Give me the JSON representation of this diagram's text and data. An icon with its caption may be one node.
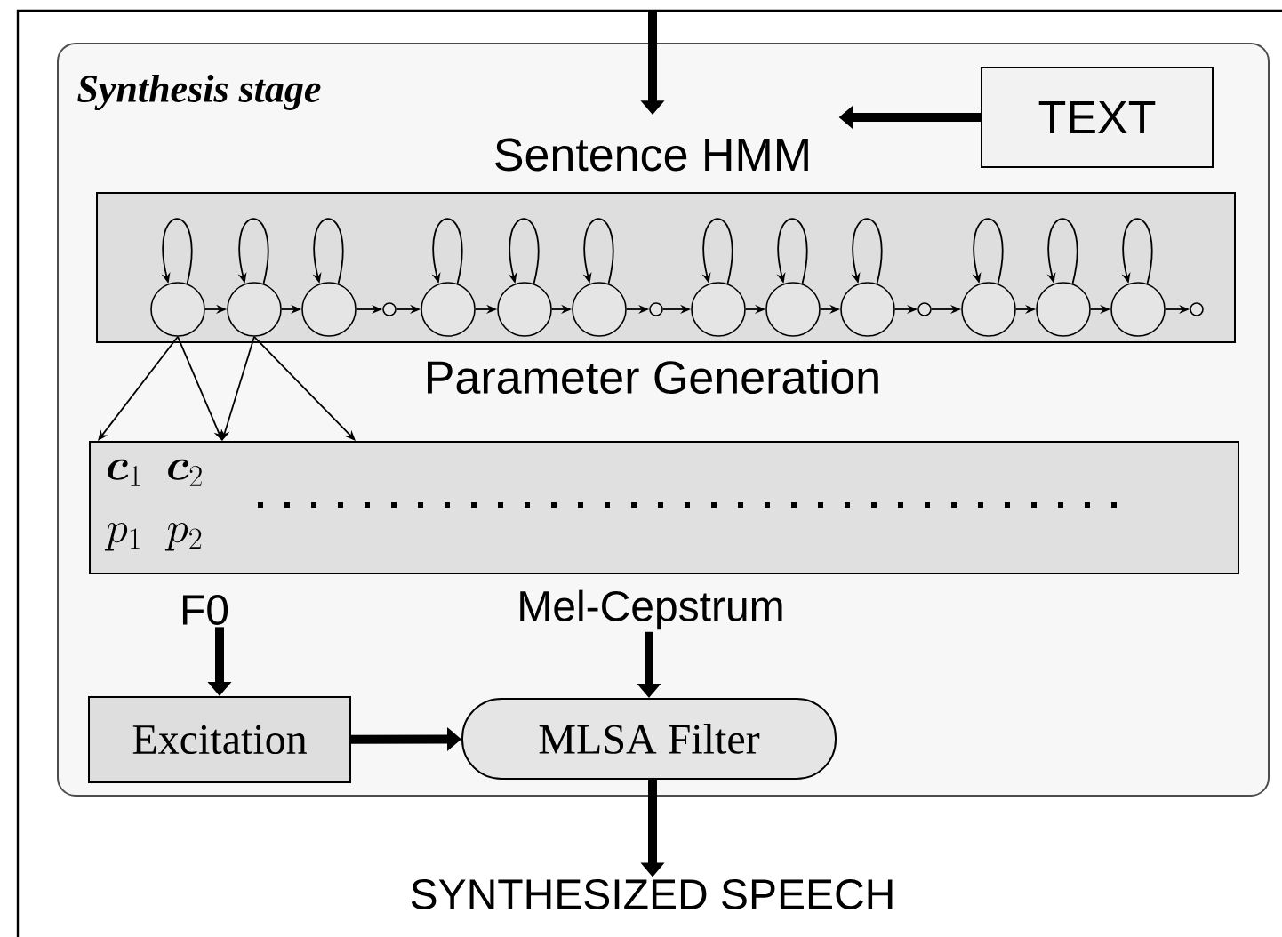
{
  "diagram": {
    "nodes": [
      {
        "text": [
          "Synthesis stage"
        ]
      },
      {
        "text": [
          "TEXT"
        ],
        "in": 0
      },
      {
        "text": [
          "Sentence HMM"
        ],
        "in": 0
      },
      {
        "text": [],
        "shape": "circle",
        "in": 2
      },
      {
        "text": [],
        "shape": "circle",
        "in": 2
      },
      {
        "text": [],
        "shape": "circle",
        "in": 2
      },
      {
        "text": [],
        "shape": "circle",
        "in": 2
      },
      {
        "text": [],
        "shape": "circle",
        "in": 2
      },
      {
        "text": [],
        "shape": "circle",
        "in": 2
      },
      {
        "text": [],
        "shape": "circle",
        "in": 2
      },
      {
        "text": [],
        "shape": "circle",
        "in": 2
      },
      {
        "text": [],
        "shape": "circle",
        "in": 2
      },
      {
        "text": [],
        "shape": "circle",
        "in": 2
      },
      {
        "text": [],
        "shape": "circle",
        "in": 2
      },
      {
        "text": [],
        "shape": "circle",
        "in": 2
      },
      {
        "text": [],
        "shape": "circle",
        "in": 2
      },
      {
        "text": [],
        "shape": "circle",
        "in": 2
      },
      {
        "text": [],
        "shape": "circle",
        "in": 2
      },
      {
        "text": [],
        "shape": "circle",
        "in": 2
      },
      {
        "text": [
          "\\boldsymbol{c}_1",
          "\\boldsymbol{c}_2",
          "p_1",
          "p_2"
        ],
        "in": 0
      },
      {
        "text": [
          "F0"
        ],
        "in": 0
      },
      {
        "text": [
          "Mel-Cepstrum"
        ],
        "in": 0
      },
      {
        "text": [
          "Excitation"
        ],
        "in": 0
      },
      {
        "text": [
          "MLSA Filter"
        ],
        "in": 0
      },
      {
        "text": [
          "SYNTHESIZED SPEECH"
        ]
      }
    ],
    "edges": [
      {
        "from": null,
        "to": 2,
        "arrow": "to",
        "style": "thick"
      },
      {
        "from": 1,
        "to": 2,
        "arrow": "to",
        "style": "thick"
      },
      {
        "from": 3,
        "to": 4,
        "arrow": "to"
      },
      {
        "from": 4,
        "to": 5,
        "arrow": "to"
      },
      {
        "from": 5,
        "to": 6,
        "arrow": "to"
      },
      {
        "from": 6,
        "to": 7,
        "arrow": "to"
      },
      {
        "from": 7,
        "to": 8,
        "arrow": "to"
      },
      {
        "from": 8,
        "to": 9,
        "arrow": "to"
      },
      {
        "from": 9,
        "to": 10,
        "arrow": "to"
      },
      {
        "from": 10,
        "to": 11,
        "arrow": "to"
      },
      {
        "from": 11,
        "to": 12,
        "arrow": "to"
      },
      {
        "from": 12,
        "to": 13,
        "arrow": "to"
      },
      {
        "from": 13,
        "to": 14,
        "arrow": "to"
      },
      {
        "from": 14,
        "to": 15,
        "arrow": "to"
      },
      {
        "from": 15,
        "to": 16,
        "arrow": "to"
      },
      {
        "from": 16,
        "to": 17,
        "arrow": "to"
      },
      {
        "from": 17,
        "to": 18,
        "arrow": "to"
      },
      {
        "from": 3,
        "to": 3,
        "arrow": "to"
      },
      {
        "from": 4,
        "to": 4,
        "arrow": "to"
      },
      {
        "from": 5,
        "to": 5,
        "arrow": "to"
      },
      {
        "from": 7,
        "to": 7,
        "arrow": "to"
      },
      {
        "from": 8,
        "to": 8,
        "arrow": "to"
      },
      {
        "from": 9,
        "to": 9,
        "arrow": "to"
      },
      {
        "from": 11,
        "to": 11,
        "arrow": "to"
      },
      {
        "from": 12,
        "to": 12,
        "arrow": "to"
      },
      {
        "from": 13,
        "to": 13,
        "arrow": "to"
      },
      {
        "from": 15,
        "to": 15,
        "arrow": "to"
      },
      {
        "from": 16,
        "to": 16,
        "arrow": "to"
      },
      {
        "from": 17,
        "to": 17,
        "arrow": "to"
      },
      {
        "from": 3,
        "to": 19,
        "arrow": "to"
      },
      {
        "from": 3,
        "to": 19,
        "arrow": "to"
      },
      {
        "from": 4,
        "to": 19,
        "arrow": "to"
      },
      {
        "from": 4,
        "to": 19,
        "arrow": "to"
      },
      {
        "from": 20,
        "to": 22,
        "arrow": "to",
        "style": "thick"
      },
      {
        "from": 21,
        "to": 23,
        "arrow": "to",
        "style": "thick"
      },
      {
        "from": 22,
        "to": 23,
        "arrow": "to",
        "style": "thick"
      },
      {
        "from": 23,
        "to": 24,
        "arrow": "to",
        "style": "thick"
      }
    ],
    "labels": [
      "Parameter Generation"
    ]
  }
}
